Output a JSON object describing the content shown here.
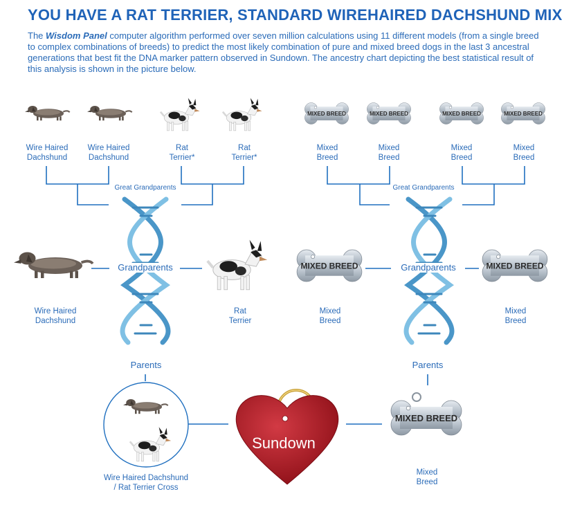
{
  "header": {
    "title": "YOU HAVE A RAT TERRIER, STANDARD WIREHAIRED DACHSHUND MIX",
    "intro_prefix": "The ",
    "intro_brand": "Wisdom Panel",
    "intro_suffix": " computer algorithm performed over seven million calculations using 11 different models (from a single breed to complex combinations of breeds) to predict the most likely combination of pure and mixed breed dogs in the last 3 ancestral generations that best fit the DNA marker pattern observed in Sundown. The ancestry chart depicting the best statistical result of this analysis is shown in the picture below."
  },
  "great_grandparents": {
    "label": "Great Grandparents",
    "left": [
      {
        "line1": "Wire Haired",
        "line2": "Dachshund",
        "icon": "dachshund-icon"
      },
      {
        "line1": "Wire Haired",
        "line2": "Dachshund",
        "icon": "dachshund-icon"
      },
      {
        "line1": "Rat",
        "line2": "Terrier*",
        "icon": "rat-terrier-icon"
      },
      {
        "line1": "Rat",
        "line2": "Terrier*",
        "icon": "rat-terrier-icon"
      }
    ],
    "right": [
      {
        "line1": "Mixed",
        "line2": "Breed",
        "tag": "MIXED BREED"
      },
      {
        "line1": "Mixed",
        "line2": "Breed",
        "tag": "MIXED BREED"
      },
      {
        "line1": "Mixed",
        "line2": "Breed",
        "tag": "MIXED BREED"
      },
      {
        "line1": "Mixed",
        "line2": "Breed",
        "tag": "MIXED BREED"
      }
    ]
  },
  "grandparents": {
    "label": "Grandparents",
    "left": [
      {
        "line1": "Wire Haired",
        "line2": "Dachshund"
      },
      {
        "line1": "Rat",
        "line2": "Terrier"
      }
    ],
    "right": [
      {
        "line1": "Mixed",
        "line2": "Breed",
        "tag": "MIXED BREED"
      },
      {
        "line1": "Mixed",
        "line2": "Breed",
        "tag": "MIXED BREED"
      }
    ]
  },
  "parents": {
    "label_left": "Parents",
    "label_right": "Parents",
    "left": {
      "line1": "Wire Haired Dachshund",
      "line2": "/ Rat Terrier Cross"
    },
    "right": {
      "line1": "Mixed",
      "line2": "Breed",
      "tag": "MIXED BREED"
    }
  },
  "dog": {
    "name": "Sundown"
  },
  "colors": {
    "title": "#1f63b8",
    "text": "#2a6bb8",
    "lines": "#1f6fbf",
    "dna": "#5aa9d6",
    "heart": "#b0202a",
    "bone": "#b9c3cc"
  }
}
